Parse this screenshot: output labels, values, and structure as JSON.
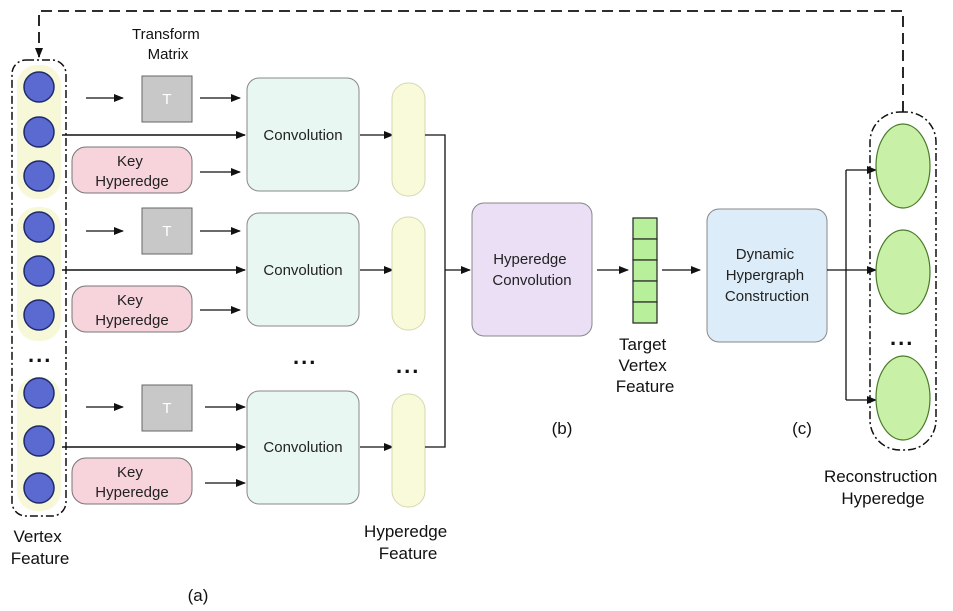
{
  "colors": {
    "vertex_node": "#5a6ad0",
    "vertex_node_stroke": "#1f2a6b",
    "vertex_group_bg": "#f6f8d8",
    "transform_box": "#c8c8c8",
    "key_hyperedge": "#f7d3dc",
    "convolution_box": "#e9f7f2",
    "hyperedge_feature": "#f8fad9",
    "hyperedge_convolution": "#eadff5",
    "target_feature": "#b8ef9a",
    "dynamic_box": "#dcecf8",
    "reconstruction_node": "#c8f0a6"
  },
  "labels": {
    "transform_matrix": [
      "Transform",
      "Matrix"
    ],
    "transform_symbol": "T",
    "key_hyperedge": [
      "Key",
      "Hyperedge"
    ],
    "convolution": "Convolution",
    "hyperedge_convolution": [
      "Hyperedge",
      "Convolution"
    ],
    "target_vertex_feature": [
      "Target",
      "Vertex",
      "Feature"
    ],
    "dynamic_construction": [
      "Dynamic",
      "Hypergraph",
      "Construction"
    ],
    "vertex_feature": [
      "Vertex",
      "Feature"
    ],
    "hyperedge_feature": [
      "Hyperedge",
      "Feature"
    ],
    "reconstruction_hyperedge": [
      "Reconstruction",
      "Hyperedge"
    ],
    "ellipsis": "...",
    "part_a": "(a)",
    "part_b": "(b)",
    "part_c": "(c)"
  },
  "icons": {
    "arrow": "arrow-icon",
    "feedback": "dashed-feedback-arrow-icon"
  }
}
